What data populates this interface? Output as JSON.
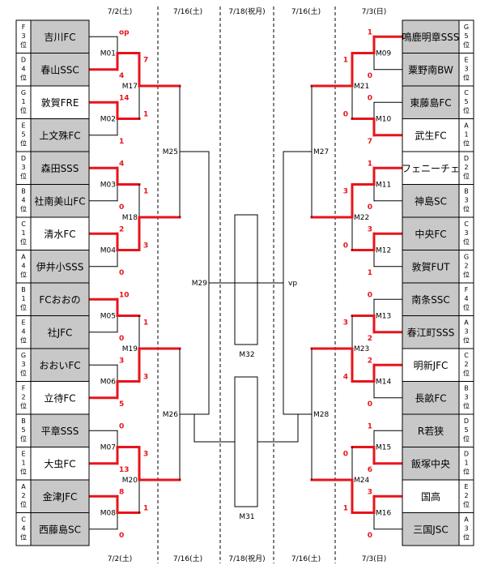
{
  "dates_top": [
    "7/2(土)",
    "7/16(土)",
    "7/18(祝月)",
    "7/16(土)",
    "7/3(日)"
  ],
  "dates_bottom": [
    "7/2(土)",
    "7/16(土)",
    "7/18(祝月)",
    "7/16(土)",
    "7/3(日)"
  ],
  "left_teams": [
    {
      "seed": [
        "F",
        "3",
        "位"
      ],
      "name": "吉川FC",
      "gray": true
    },
    {
      "seed": [
        "D",
        "4",
        "位"
      ],
      "name": "春山SSC",
      "gray": true
    },
    {
      "seed": [
        "G",
        "1",
        "位"
      ],
      "name": "敦賀FRE",
      "gray": false
    },
    {
      "seed": [
        "E",
        "5",
        "位"
      ],
      "name": "上文殊FC",
      "gray": true
    },
    {
      "seed": [
        "D",
        "3",
        "位"
      ],
      "name": "森田SSS",
      "gray": true
    },
    {
      "seed": [
        "B",
        "4",
        "位"
      ],
      "name": "社南美山FC",
      "gray": true
    },
    {
      "seed": [
        "C",
        "1",
        "位"
      ],
      "name": "清水FC",
      "gray": false
    },
    {
      "seed": [
        "A",
        "4",
        "位"
      ],
      "name": "伊井小SSS",
      "gray": true
    },
    {
      "seed": [
        "B",
        "1",
        "位"
      ],
      "name": "FCおおの",
      "gray": true
    },
    {
      "seed": [
        "E",
        "4",
        "位"
      ],
      "name": "社JFC",
      "gray": true
    },
    {
      "seed": [
        "G",
        "3",
        "位"
      ],
      "name": "おおいFC",
      "gray": true
    },
    {
      "seed": [
        "F",
        "2",
        "位"
      ],
      "name": "立待FC",
      "gray": false
    },
    {
      "seed": [
        "B",
        "5",
        "位"
      ],
      "name": "平章SSS",
      "gray": true
    },
    {
      "seed": [
        "E",
        "1",
        "位"
      ],
      "name": "大虫FC",
      "gray": false
    },
    {
      "seed": [
        "A",
        "2",
        "位"
      ],
      "name": "金津JFC",
      "gray": true
    },
    {
      "seed": [
        "C",
        "4",
        "位"
      ],
      "name": "西藤島SC",
      "gray": true
    }
  ],
  "right_teams": [
    {
      "seed": [
        "G",
        "5",
        "位"
      ],
      "name": "鳴鹿明章SSS",
      "gray": true
    },
    {
      "seed": [
        "E",
        "3",
        "位"
      ],
      "name": "粟野南BW",
      "gray": true
    },
    {
      "seed": [
        "C",
        "5",
        "位"
      ],
      "name": "東藤島FC",
      "gray": true
    },
    {
      "seed": [
        "A",
        "1",
        "位"
      ],
      "name": "武生FC",
      "gray": false
    },
    {
      "seed": [
        "D",
        "2",
        "位"
      ],
      "name": "フェニーチェ",
      "gray": false
    },
    {
      "seed": [
        "B",
        "3",
        "位"
      ],
      "name": "神島SC",
      "gray": true
    },
    {
      "seed": [
        "C",
        "3",
        "位"
      ],
      "name": "中央FC",
      "gray": true
    },
    {
      "seed": [
        "G",
        "2",
        "位"
      ],
      "name": "敦賀FUT",
      "gray": true
    },
    {
      "seed": [
        "F",
        "4",
        "位"
      ],
      "name": "南条SSC",
      "gray": true
    },
    {
      "seed": [
        "A",
        "3",
        "位"
      ],
      "name": "春江町SSS",
      "gray": true
    },
    {
      "seed": [
        "C",
        "2",
        "位"
      ],
      "name": "明新JFC",
      "gray": false
    },
    {
      "seed": [
        "B",
        "3",
        "位"
      ],
      "name": "長畝FC",
      "gray": true
    },
    {
      "seed": [
        "D",
        "5",
        "位"
      ],
      "name": "R若狭",
      "gray": true
    },
    {
      "seed": [
        "D",
        "1",
        "位"
      ],
      "name": "飯塚中央",
      "gray": true
    },
    {
      "seed": [
        "E",
        "2",
        "位"
      ],
      "name": "国高",
      "gray": false
    },
    {
      "seed": [
        "A",
        "3",
        "位"
      ],
      "name": "三国JSC",
      "gray": true
    }
  ],
  "matches": {
    "left_r1": [
      {
        "label": "M01",
        "s1": "op",
        "s2": "4",
        "winner": 2
      },
      {
        "label": "M02",
        "s1": "14",
        "s2": "1",
        "winner": 1
      },
      {
        "label": "M03",
        "s1": "4",
        "s2": "0",
        "winner": 1
      },
      {
        "label": "M04",
        "s1": "2",
        "s2": "0",
        "winner": 1
      },
      {
        "label": "M05",
        "s1": "10",
        "s2": "0",
        "winner": 1
      },
      {
        "label": "M06",
        "s1": "3",
        "s2": "5",
        "winner": 2
      },
      {
        "label": "M07",
        "s1": "0",
        "s2": "13",
        "winner": 2
      },
      {
        "label": "M08",
        "s1": "8",
        "s2": "0",
        "winner": 1
      }
    ],
    "right_r1": [
      {
        "label": "M09",
        "s1": "1",
        "s2": "0",
        "winner": 1
      },
      {
        "label": "M10",
        "s1": "0",
        "s2": "7",
        "winner": 2
      },
      {
        "label": "M11",
        "s1": "1",
        "s2": "0",
        "winner": 1
      },
      {
        "label": "M12",
        "s1": "3",
        "s2": "1",
        "winner": 1
      },
      {
        "label": "M13",
        "s1": "0",
        "s2": "2",
        "winner": 2
      },
      {
        "label": "M14",
        "s1": "2",
        "s2": "0",
        "winner": 1
      },
      {
        "label": "M15",
        "s1": "1",
        "s2": "6",
        "winner": 2
      },
      {
        "label": "M16",
        "s1": "3",
        "s2": "0",
        "winner": 1
      }
    ],
    "left_r2": [
      {
        "label": "M17",
        "s1": "7",
        "s2": "1",
        "winner": 1
      },
      {
        "label": "M18",
        "s1": "1",
        "s2": "3",
        "winner": 2
      },
      {
        "label": "M19",
        "s1": "1",
        "s2": "3",
        "winner": 2
      },
      {
        "label": "M20",
        "s1": "3",
        "s2": "1",
        "winner": 1
      }
    ],
    "right_r2": [
      {
        "label": "M21",
        "s1": "1",
        "s2": "0",
        "winner": 1
      },
      {
        "label": "M22",
        "s1": "3",
        "s2": "0",
        "winner": 1
      },
      {
        "label": "M23",
        "s1": "3",
        "s2": "4",
        "winner": 2
      },
      {
        "label": "M24",
        "s1": "0",
        "s2": "1",
        "winner": 2
      }
    ],
    "left_r3": [
      {
        "label": "M25"
      },
      {
        "label": "M26"
      }
    ],
    "right_r3": [
      {
        "label": "M27"
      },
      {
        "label": "M28"
      }
    ],
    "final": {
      "left_label": "M29",
      "right_label": "vp"
    },
    "m31": "M31",
    "m32": "M32"
  },
  "colors": {
    "win": "#e8141b",
    "loss": "#000000",
    "gray_fill": "#c8c8c8",
    "score": "#e8141b"
  }
}
